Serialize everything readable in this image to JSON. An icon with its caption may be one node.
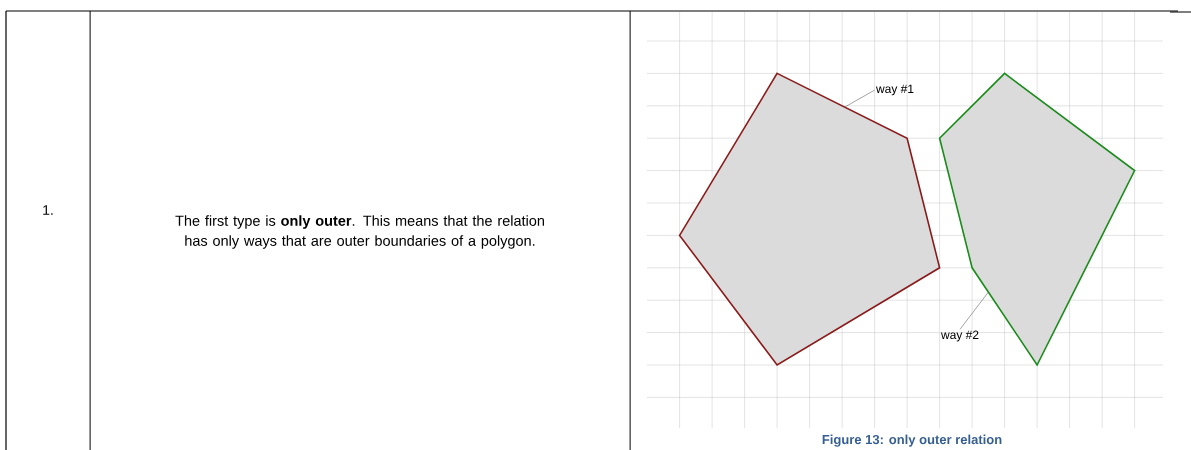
{
  "diagram": {
    "caption": "Figure 13: only outer relation",
    "nodes": [
      {
        "text": [
          "way #1"
        ]
      },
      {
        "text": [],
        "shape": "polygon"
      },
      {
        "text": [
          "way #2"
        ]
      },
      {
        "text": [],
        "shape": "polygon"
      }
    ],
    "edges": [
      {
        "from": 0,
        "to": 1,
        "arrow": "none"
      },
      {
        "from": 2,
        "to": 3,
        "arrow": "none"
      }
    ],
    "labels": [
      "1.",
      "The first type is **only outer**. This means that the relation has only ways that are outer boundaries of a polygon."
    ]
  }
}
